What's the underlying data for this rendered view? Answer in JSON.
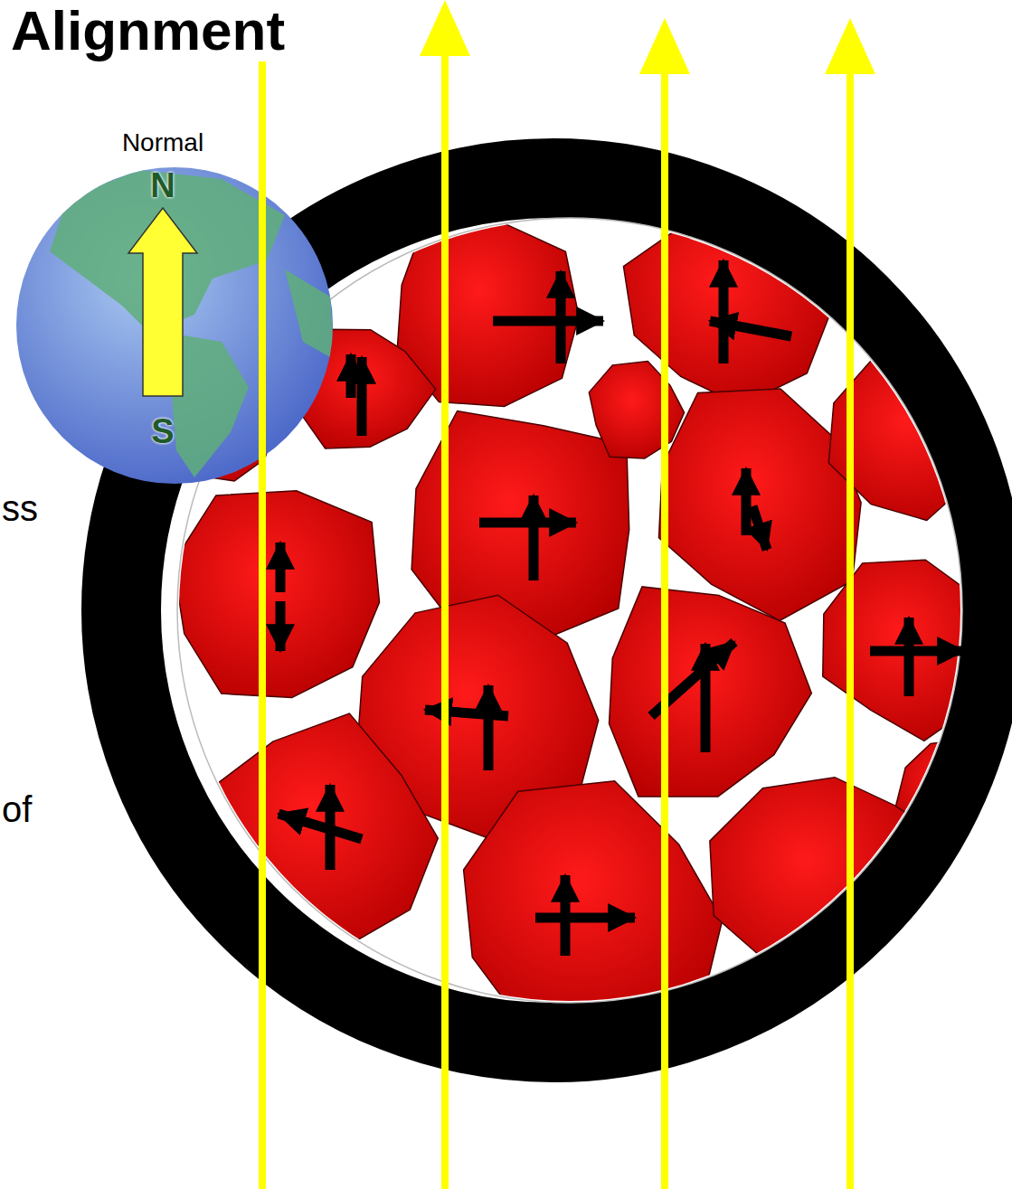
{
  "diagram": {
    "title": "Alignment",
    "nodes": [
      {
        "text": [
          "Normal",
          "N",
          "S"
        ]
      }
    ],
    "labels": [
      "ss",
      "of"
    ]
  }
}
